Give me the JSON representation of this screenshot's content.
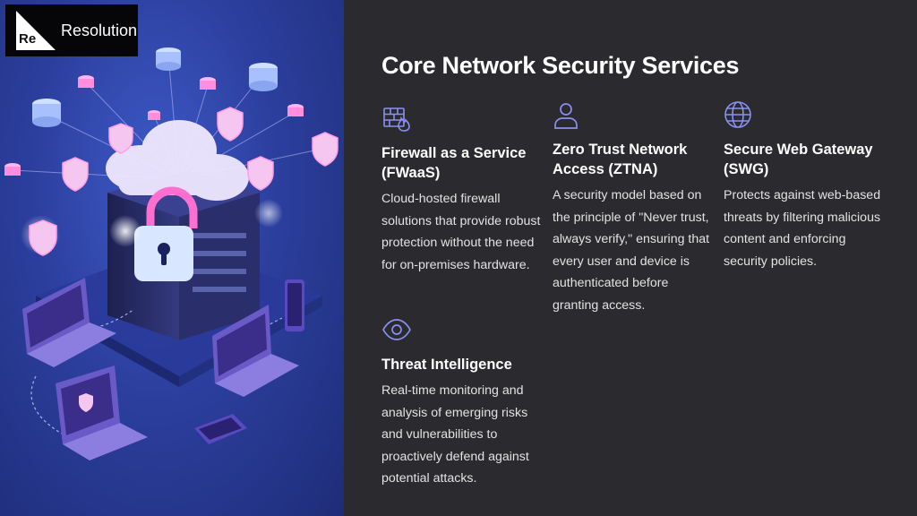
{
  "brand": {
    "logo_mark": "Re",
    "name": "Resolution"
  },
  "page_title": "Core Network Security Services",
  "services": [
    {
      "icon": "firewall-icon",
      "title": "Firewall as a Service (FWaaS)",
      "description": "Cloud-hosted firewall solutions that provide robust protection without the need for on-premises hardware."
    },
    {
      "icon": "user-icon",
      "title": "Zero Trust Network Access (ZTNA)",
      "description": "A security model based on the principle of \"Never trust, always verify,\" ensuring that every user and device is authenticated before granting access."
    },
    {
      "icon": "globe-icon",
      "title": "Secure Web Gateway (SWG)",
      "description": "Protects against web-based threats by filtering malicious content and enforcing security policies."
    },
    {
      "icon": "eye-icon",
      "title": "Threat Intelligence",
      "description": "Real-time monitoring and analysis of emerging risks and vulnerabilities to proactively defend against potential attacks."
    }
  ],
  "colors": {
    "background": "#2b2a2e",
    "icon_accent": "#8b8ff0",
    "text": "#ffffff",
    "body_text": "#e2e2e2"
  }
}
